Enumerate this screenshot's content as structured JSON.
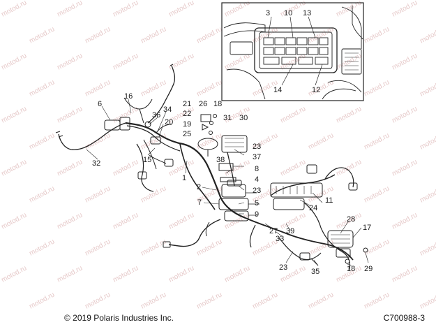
{
  "watermark": "motod.ru",
  "footer": {
    "copyright": "© 2019 Polaris Industries Inc.",
    "figure_id": "C700988-3"
  },
  "callouts": [
    {
      "id": "c3",
      "text": "3"
    },
    {
      "id": "c10",
      "text": "10"
    },
    {
      "id": "c13",
      "text": "13"
    },
    {
      "id": "c14",
      "text": "14"
    },
    {
      "id": "c12",
      "text": "12"
    },
    {
      "id": "c16",
      "text": "16"
    },
    {
      "id": "c6",
      "text": "6"
    },
    {
      "id": "c36",
      "text": "36"
    },
    {
      "id": "c34",
      "text": "34"
    },
    {
      "id": "c20",
      "text": "20"
    },
    {
      "id": "c15",
      "text": "15"
    },
    {
      "id": "c32",
      "text": "32"
    },
    {
      "id": "c1",
      "text": "1"
    },
    {
      "id": "c21",
      "text": "21"
    },
    {
      "id": "c26",
      "text": "26"
    },
    {
      "id": "c18a",
      "text": "18"
    },
    {
      "id": "c22",
      "text": "22"
    },
    {
      "id": "c19",
      "text": "19"
    },
    {
      "id": "c31",
      "text": "31"
    },
    {
      "id": "c30",
      "text": "30"
    },
    {
      "id": "c25",
      "text": "25"
    },
    {
      "id": "c23a",
      "text": "23"
    },
    {
      "id": "c37",
      "text": "37"
    },
    {
      "id": "c38",
      "text": "38"
    },
    {
      "id": "c8",
      "text": "8"
    },
    {
      "id": "c4",
      "text": "4"
    },
    {
      "id": "c2",
      "text": "2"
    },
    {
      "id": "c23b",
      "text": "23"
    },
    {
      "id": "c7",
      "text": "7"
    },
    {
      "id": "c5",
      "text": "5"
    },
    {
      "id": "c9",
      "text": "9"
    },
    {
      "id": "c11",
      "text": "11"
    },
    {
      "id": "c24",
      "text": "24"
    },
    {
      "id": "c28",
      "text": "28"
    },
    {
      "id": "c17",
      "text": "17"
    },
    {
      "id": "c27",
      "text": "27"
    },
    {
      "id": "c39",
      "text": "39"
    },
    {
      "id": "c33",
      "text": "33"
    },
    {
      "id": "c23c",
      "text": "23"
    },
    {
      "id": "c35",
      "text": "35"
    },
    {
      "id": "c18b",
      "text": "18"
    },
    {
      "id": "c29",
      "text": "29"
    }
  ]
}
